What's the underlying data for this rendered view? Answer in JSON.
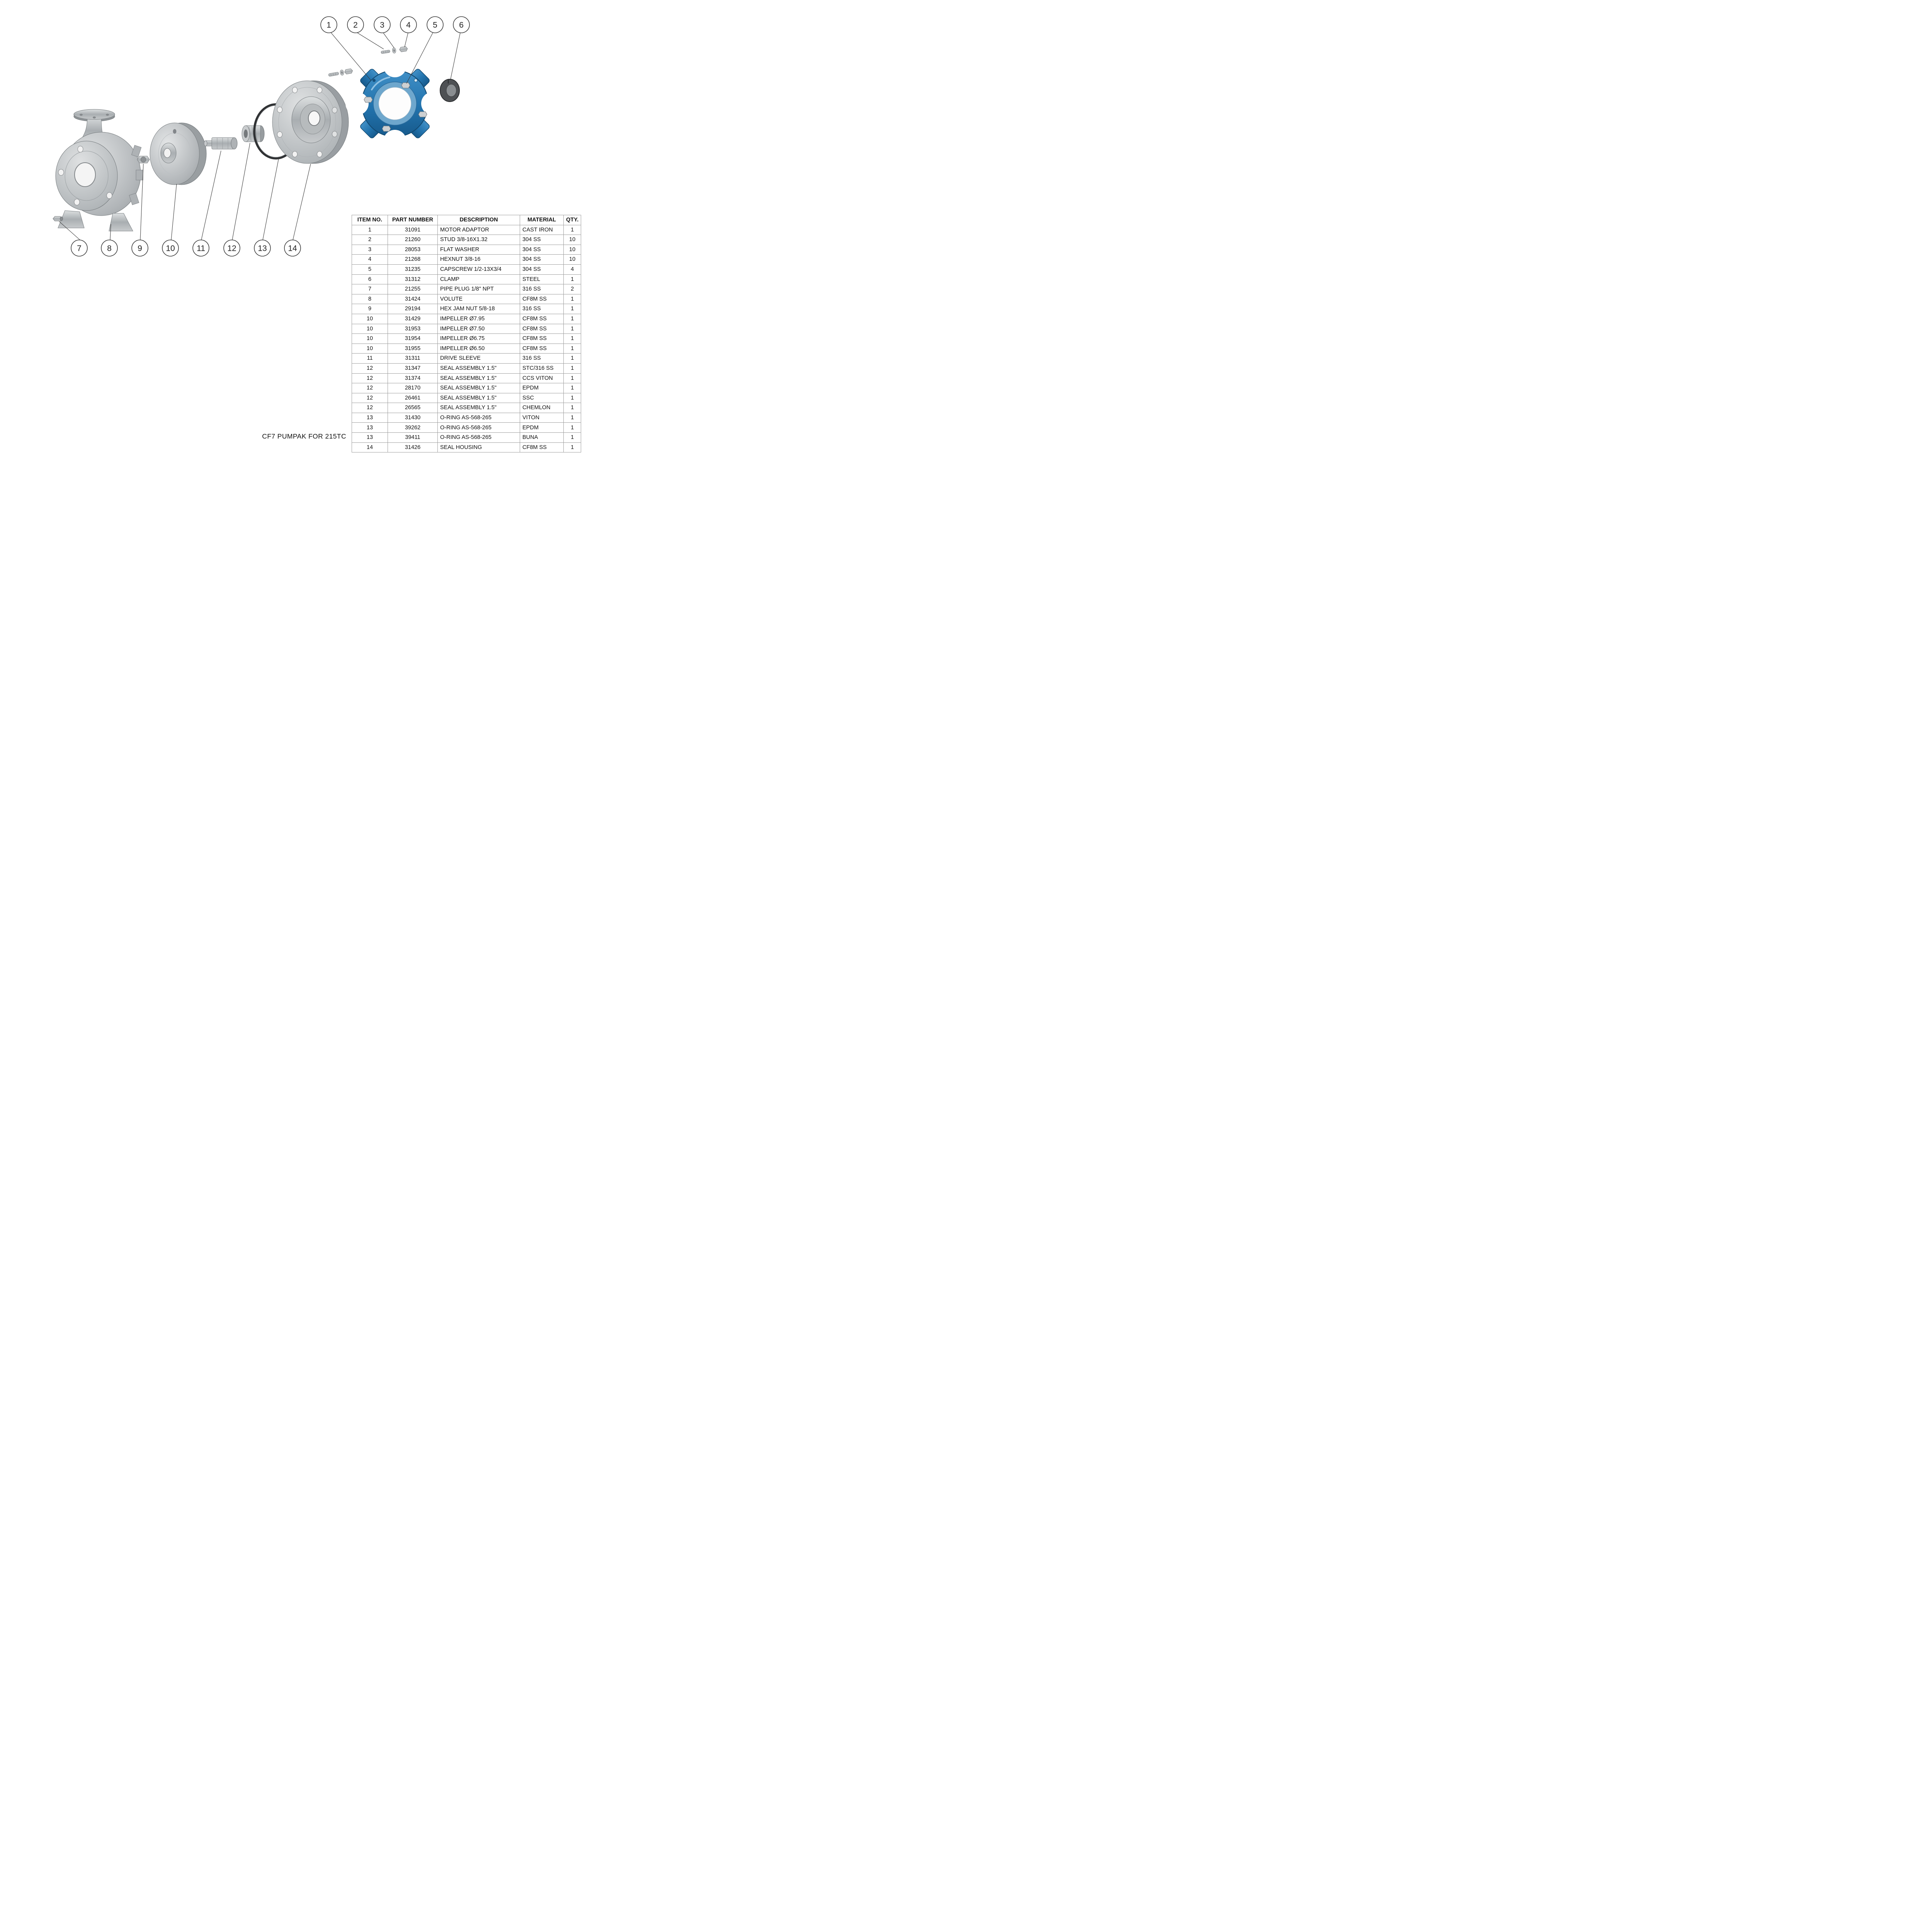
{
  "caption": "CF7 PUMPAK FOR 215TC",
  "balloons": [
    "1",
    "2",
    "3",
    "4",
    "5",
    "6",
    "7",
    "8",
    "9",
    "10",
    "11",
    "12",
    "13",
    "14"
  ],
  "table": {
    "headers": [
      "ITEM NO.",
      "PART NUMBER",
      "DESCRIPTION",
      "MATERIAL",
      "QTY."
    ],
    "rows": [
      [
        "1",
        "31091",
        "MOTOR ADAPTOR",
        "CAST IRON",
        "1"
      ],
      [
        "2",
        "21260",
        "STUD 3/8-16X1.32",
        "304 SS",
        "10"
      ],
      [
        "3",
        "28053",
        "FLAT WASHER",
        "304 SS",
        "10"
      ],
      [
        "4",
        "21268",
        "HEXNUT 3/8-16",
        "304 SS",
        "10"
      ],
      [
        "5",
        "31235",
        "CAPSCREW 1/2-13X3/4",
        "304 SS",
        "4"
      ],
      [
        "6",
        "31312",
        "CLAMP",
        "STEEL",
        "1"
      ],
      [
        "7",
        "21255",
        "PIPE PLUG 1/8\" NPT",
        "316 SS",
        "2"
      ],
      [
        "8",
        "31424",
        "VOLUTE",
        "CF8M SS",
        "1"
      ],
      [
        "9",
        "29194",
        "HEX JAM NUT  5/8-18",
        "316 SS",
        "1"
      ],
      [
        "10",
        "31429",
        "IMPELLER Ø7.95",
        "CF8M SS",
        "1"
      ],
      [
        "10",
        "31953",
        "IMPELLER Ø7.50",
        "CF8M SS",
        "1"
      ],
      [
        "10",
        "31954",
        "IMPELLER Ø6.75",
        "CF8M SS",
        "1"
      ],
      [
        "10",
        "31955",
        "IMPELLER Ø6.50",
        "CF8M SS",
        "1"
      ],
      [
        "11",
        "31311",
        "DRIVE SLEEVE",
        "316 SS",
        "1"
      ],
      [
        "12",
        "31347",
        "SEAL ASSEMBLY  1.5\"",
        "STC/316 SS",
        "1"
      ],
      [
        "12",
        "31374",
        "SEAL ASSEMBLY  1.5\"",
        "CCS VITON",
        "1"
      ],
      [
        "12",
        "28170",
        "SEAL ASSEMBLY  1.5\"",
        "EPDM",
        "1"
      ],
      [
        "12",
        "26461",
        "SEAL ASSEMBLY  1.5\"",
        "SSC",
        "1"
      ],
      [
        "12",
        "26565",
        "SEAL ASSEMBLY  1.5\"",
        "CHEMLON",
        "1"
      ],
      [
        "13",
        "31430",
        "O-RING AS-568-265",
        "VITON",
        "1"
      ],
      [
        "13",
        "39262",
        "O-RING AS-568-265",
        "EPDM",
        "1"
      ],
      [
        "13",
        "39411",
        "O-RING AS-568-265",
        "BUNA",
        "1"
      ],
      [
        "14",
        "31426",
        "SEAL HOUSING",
        "CF8M SS",
        "1"
      ]
    ]
  },
  "colors": {
    "accent_blue": "#2577b2",
    "metal_gray": "#b6babd",
    "line": "#333333"
  }
}
